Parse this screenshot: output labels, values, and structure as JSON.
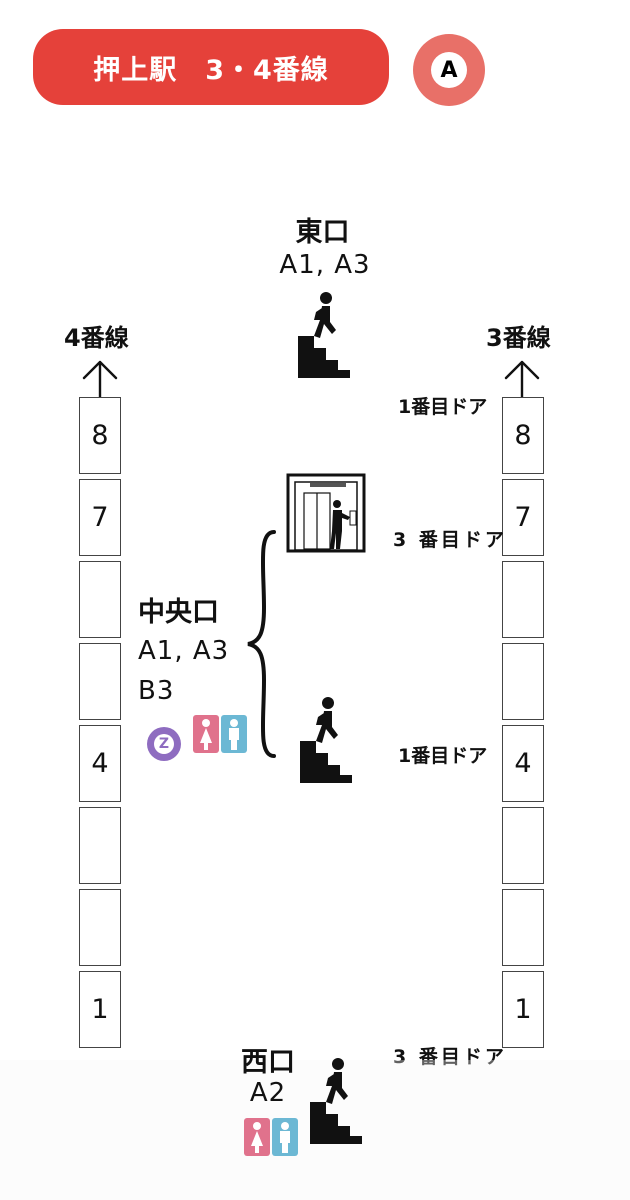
{
  "header": {
    "title": "押上駅　3・4番線",
    "badge": "A",
    "colors": {
      "pill": "#e5413a",
      "badge": "#e87068"
    }
  },
  "tracks": {
    "left": {
      "label": "4番線",
      "cars": [
        "8",
        "7",
        "",
        "",
        "4",
        "",
        "",
        "1"
      ]
    },
    "right": {
      "label": "3番線",
      "cars": [
        "8",
        "7",
        "",
        "",
        "4",
        "",
        "",
        "1"
      ]
    }
  },
  "exits": {
    "east": {
      "name": "東口",
      "codes": "A1, A3",
      "icons": [
        "stairs-up-icon"
      ]
    },
    "central": {
      "name": "中央口",
      "codes_line1": "A1, A3",
      "codes_line2": "B3",
      "icons": [
        "elevator-icon",
        "stairs-up-icon",
        "z-line-icon",
        "restroom-icon"
      ]
    },
    "west": {
      "name": "西口",
      "codes": "A2",
      "icons": [
        "stairs-up-icon",
        "restroom-icon"
      ]
    }
  },
  "doors": {
    "d1": "1番目ドア",
    "d2": "3 番目ドア",
    "d3": "1番目ドア",
    "d4": "3 番目ドア"
  },
  "z_badge": "Z",
  "colors": {
    "restroom_female": "#e0728c",
    "restroom_male": "#6cb8d4",
    "z_line": "#8e6cc0"
  }
}
